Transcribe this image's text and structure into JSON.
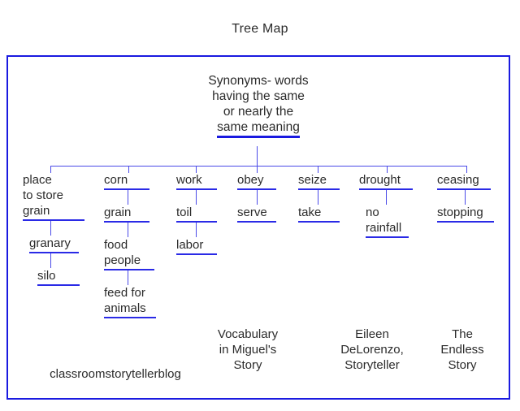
{
  "page": {
    "title": "Tree Map",
    "frame_color": "#1a1ae0",
    "underline_color": "#2a2ae6",
    "connector_color": "#4a4ae8",
    "text_color": "#2b2b2b",
    "background": "#ffffff"
  },
  "root": {
    "lines": [
      "Synonyms- words",
      "having the same",
      "or nearly the",
      "same meaning"
    ],
    "underlined_line_index": 3
  },
  "columns": [
    {
      "id": "col-place-to-store-grain",
      "nodes": [
        {
          "text": "place\nto store\ngrain",
          "underlined": true,
          "align": "left"
        },
        {
          "text": "granary",
          "underlined": true,
          "align": "left"
        },
        {
          "text": "silo",
          "underlined": true,
          "align": "left"
        }
      ]
    },
    {
      "id": "col-corn",
      "nodes": [
        {
          "text": "corn",
          "underlined": true,
          "align": "left"
        },
        {
          "text": "grain",
          "underlined": true,
          "align": "left"
        },
        {
          "text": "food\npeople",
          "underlined": true,
          "align": "left"
        },
        {
          "text": "feed for\nanimals",
          "underlined": true,
          "align": "left"
        }
      ]
    },
    {
      "id": "col-work",
      "nodes": [
        {
          "text": "work",
          "underlined": true,
          "align": "left"
        },
        {
          "text": "toil",
          "underlined": true,
          "align": "left"
        },
        {
          "text": "labor",
          "underlined": true,
          "align": "left"
        }
      ]
    },
    {
      "id": "col-obey",
      "nodes": [
        {
          "text": "obey",
          "underlined": true,
          "align": "left"
        },
        {
          "text": "serve",
          "underlined": true,
          "align": "left"
        }
      ]
    },
    {
      "id": "col-seize",
      "nodes": [
        {
          "text": "seize",
          "underlined": true,
          "align": "left"
        },
        {
          "text": "take",
          "underlined": true,
          "align": "left"
        }
      ]
    },
    {
      "id": "col-drought",
      "nodes": [
        {
          "text": "drought",
          "underlined": true,
          "align": "left"
        },
        {
          "text": "no\nrainfall",
          "underlined": true,
          "align": "left"
        }
      ]
    },
    {
      "id": "col-ceasing",
      "nodes": [
        {
          "text": "ceasing",
          "underlined": true,
          "align": "left"
        },
        {
          "text": "stopping",
          "underlined": true,
          "align": "left"
        }
      ]
    }
  ],
  "captions": [
    {
      "id": "caption-blog",
      "text": "classroomstorytellerblog"
    },
    {
      "id": "caption-vocabulary",
      "text": "Vocabulary\nin Miguel's\nStory"
    },
    {
      "id": "caption-author",
      "text": "Eileen\nDeLorenzo,\nStoryteller"
    },
    {
      "id": "caption-book",
      "text": "The\nEndless\nStory"
    }
  ]
}
